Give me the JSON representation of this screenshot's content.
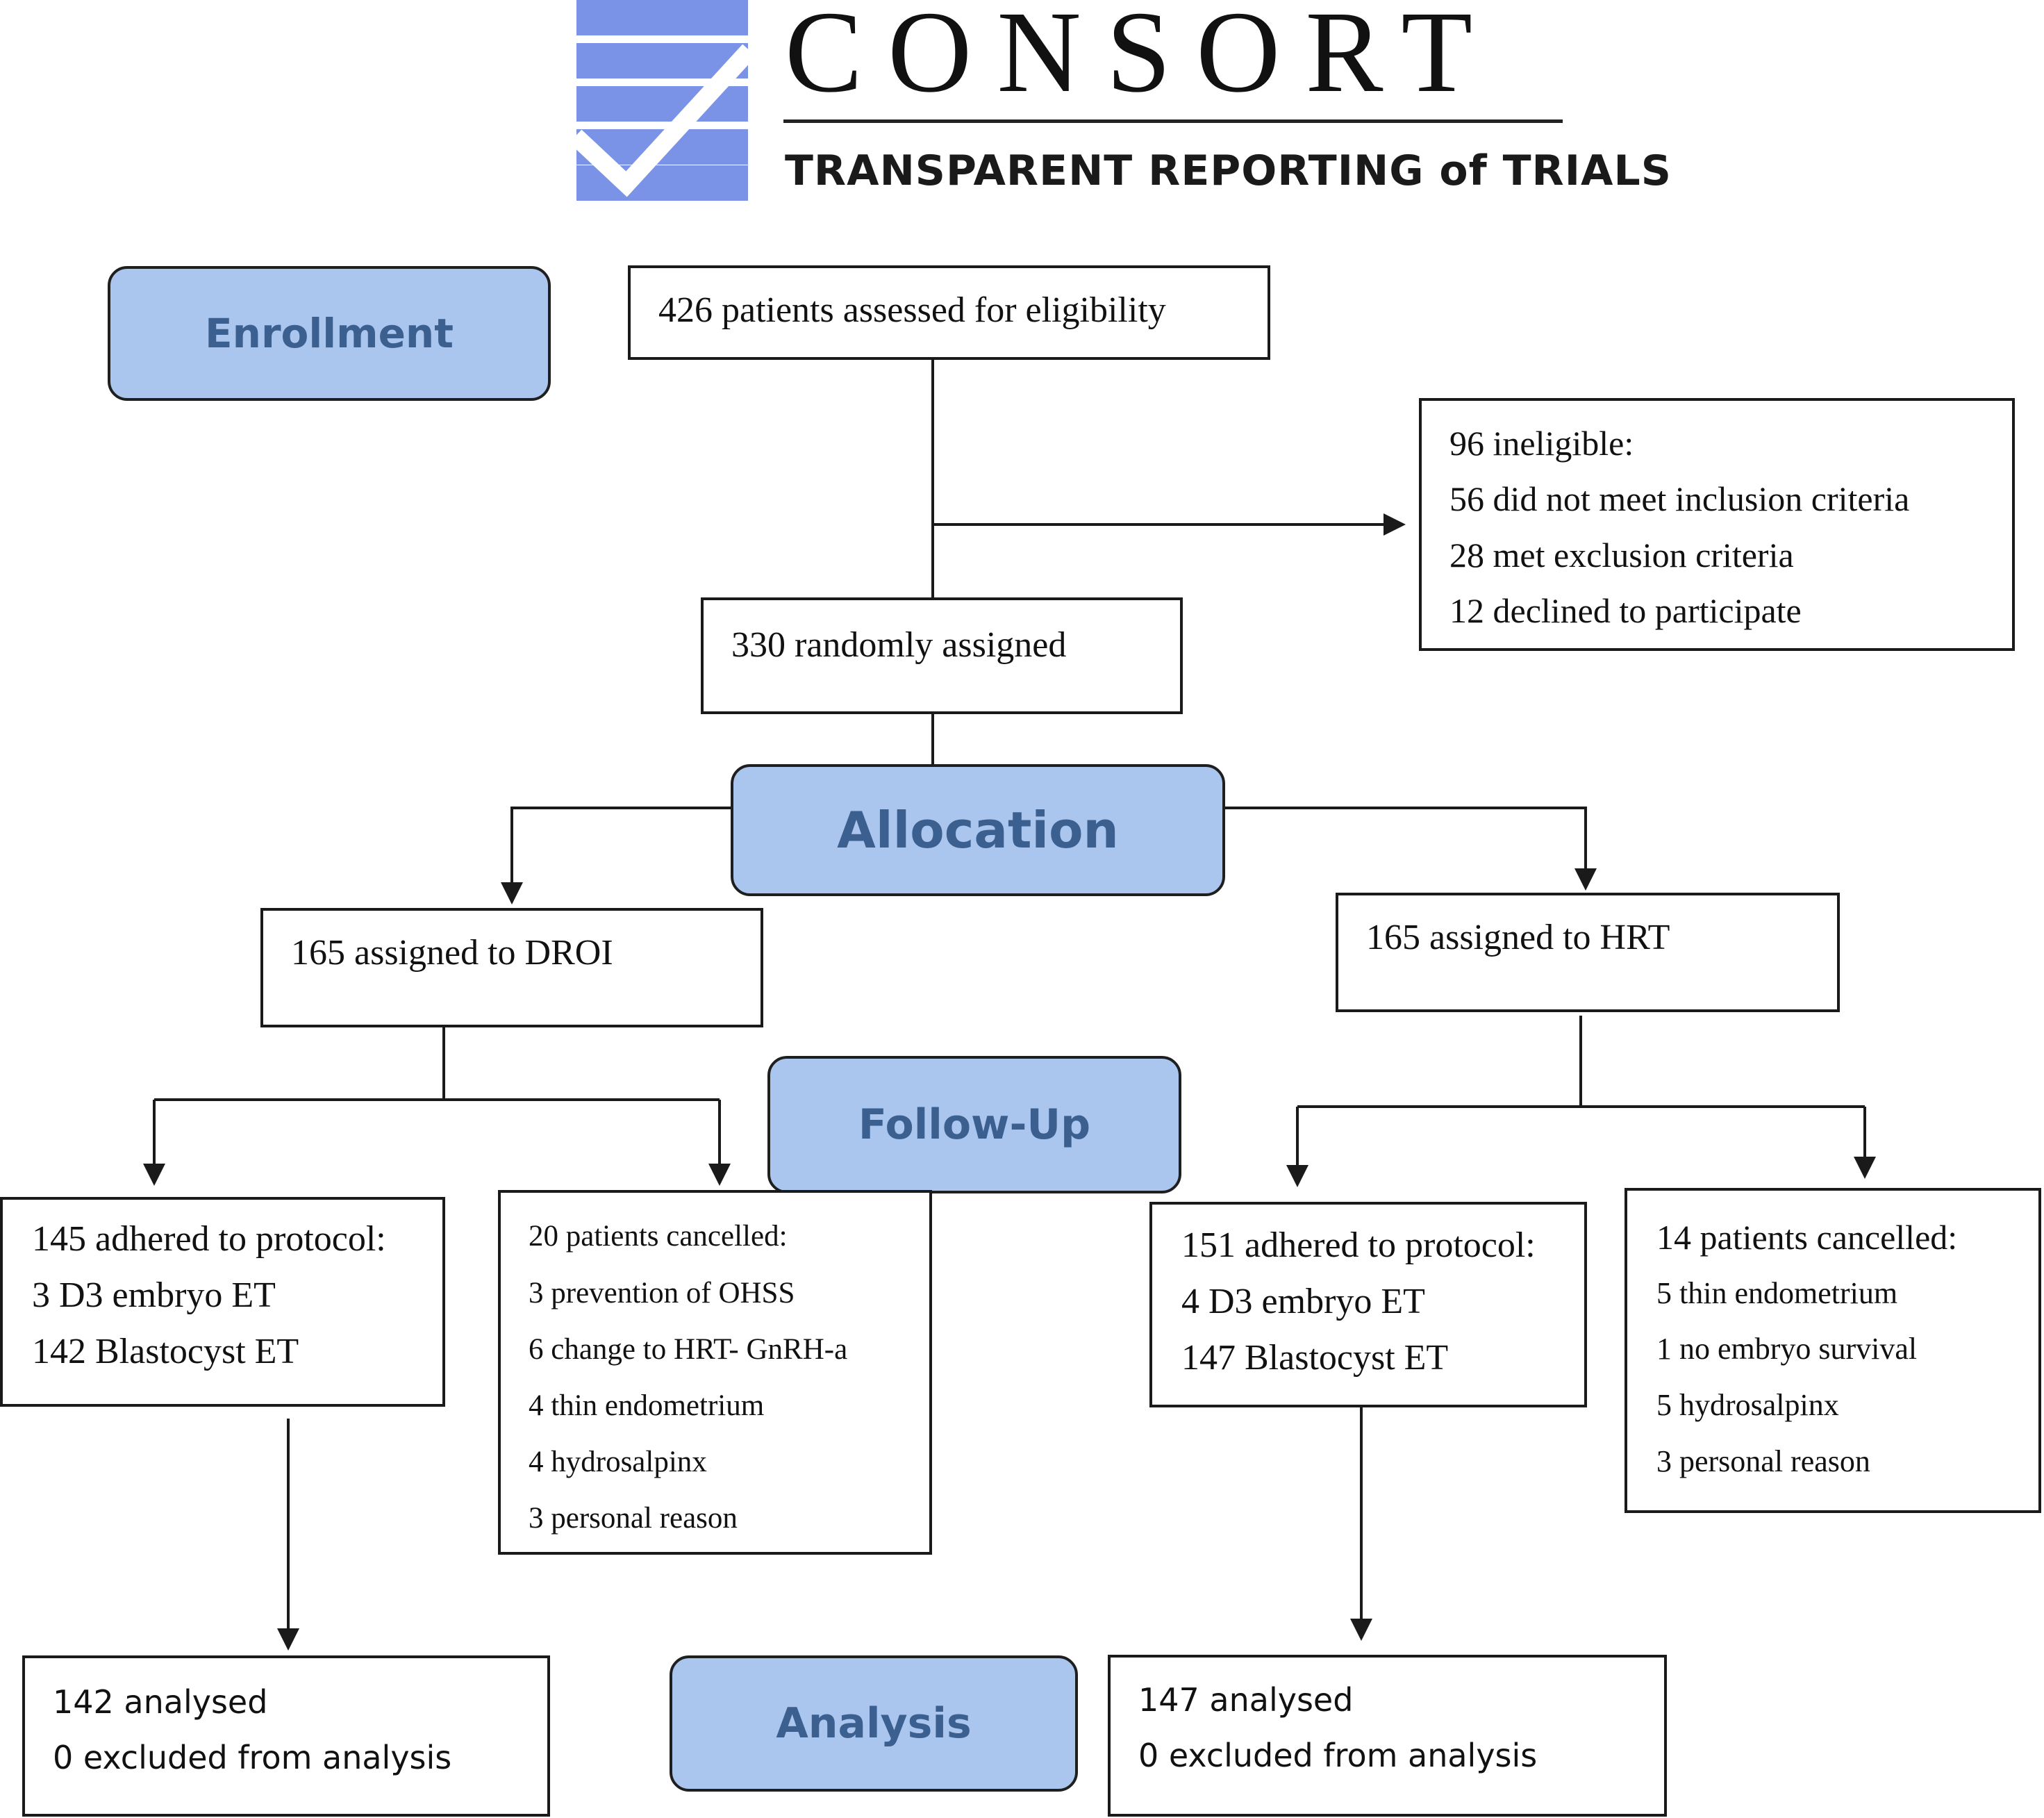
{
  "logo": {
    "wordmark": "CONSORT",
    "tagline": "TRANSPARENT REPORTING of TRIALS",
    "colors": {
      "mark": "#7b93e6",
      "check": "#ffffff"
    }
  },
  "stages": {
    "enrollment": "Enrollment",
    "allocation": "Allocation",
    "follow_up": "Follow-Up",
    "analysis": "Analysis"
  },
  "enrollment": {
    "assessed": "426 patients assessed for eligibility",
    "ineligible": [
      "96 ineligible:",
      "56 did not meet inclusion criteria",
      "28 met exclusion criteria",
      "12 declined to participate"
    ],
    "randomized": "330 randomly assigned"
  },
  "allocation": {
    "droi": "165 assigned to DROI",
    "hrt": "165 assigned to HRT"
  },
  "follow_up": {
    "droi_adhered": [
      "145 adhered to protocol:",
      "3 D3 embryo ET",
      "142 Blastocyst ET"
    ],
    "droi_cancelled": [
      "20 patients cancelled:",
      "3 prevention of OHSS",
      "6 change to HRT- GnRH-a",
      "4 thin endometrium",
      "4 hydrosalpinx",
      "3 personal reason"
    ],
    "hrt_adhered": [
      "151 adhered to protocol:",
      "4 D3 embryo ET",
      "147 Blastocyst ET"
    ],
    "hrt_cancelled": [
      "14 patients cancelled:",
      "5 thin endometrium",
      "1 no embryo survival",
      "5 hydrosalpinx",
      "3 personal reason"
    ]
  },
  "analysis": {
    "droi": [
      "142 analysed",
      "0 excluded from analysis"
    ],
    "hrt": [
      "147 analysed",
      "0 excluded from analysis"
    ]
  },
  "colors": {
    "stage_fill": "#aac6ee",
    "stage_text": "#3b5f8f",
    "line": "#1a1a1a"
  }
}
